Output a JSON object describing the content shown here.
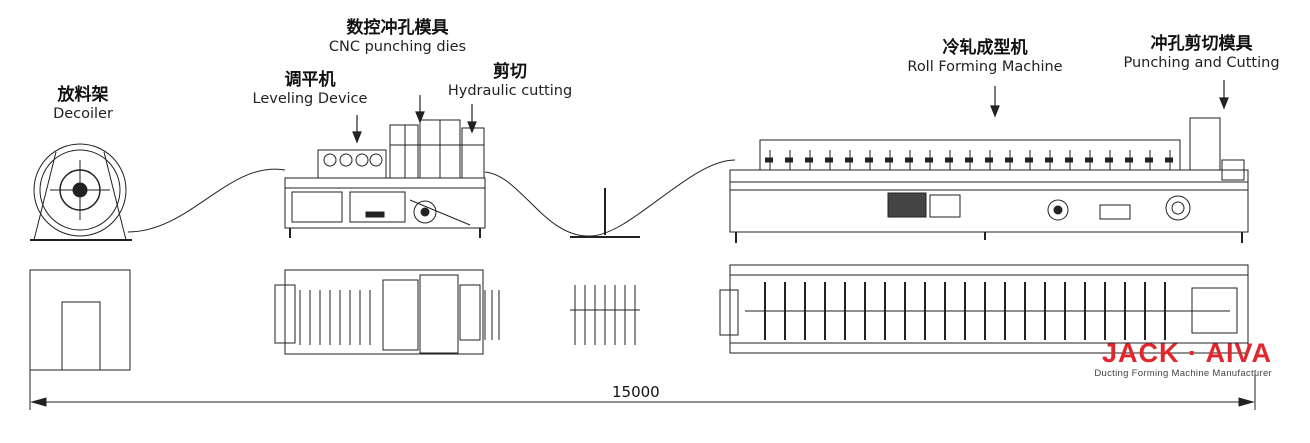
{
  "labels": {
    "decoiler": {
      "cn": "放料架",
      "en": "Decoiler"
    },
    "leveling": {
      "cn": "调平机",
      "en": "Leveling Device"
    },
    "cnc": {
      "cn": "数控冲孔模具",
      "en": "CNC punching dies"
    },
    "hydraulic": {
      "cn": "剪切",
      "en": "Hydraulic cutting"
    },
    "roll_forming": {
      "cn": "冷轧成型机",
      "en": "Roll Forming Machine"
    },
    "punching_cutting": {
      "cn": "冲孔剪切模具",
      "en": "Punching and Cutting"
    }
  },
  "dimension": "15000",
  "brand": {
    "name": "JACK · AIVA",
    "tagline": "Ducting Forming Machine Manufacturer",
    "color": "#e1262c"
  }
}
